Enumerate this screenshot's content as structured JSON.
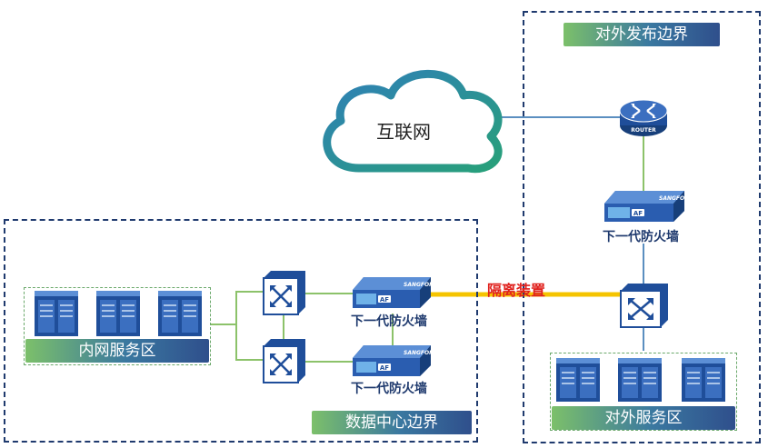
{
  "diagram": {
    "cloud_label": "互联网",
    "external_boundary_label": "对外发布边界",
    "datacenter_boundary_label": "数据中心边界",
    "internal_zone_label": "内网服务区",
    "external_zone_label": "对外服务区",
    "isolation_label": "隔离装置",
    "firewall_label": "下一代防火墙",
    "firewall_brand": "SANGFOR",
    "firewall_badge": "AF",
    "router_label": "ROUTER"
  },
  "colors": {
    "boundary": "#1f3a6e",
    "link": "#5b8fc0",
    "link_green": "#8cc26a",
    "isolation": "#f5c400",
    "isolation_text": "#e0201c",
    "device_blue": "#1f4e9a"
  }
}
